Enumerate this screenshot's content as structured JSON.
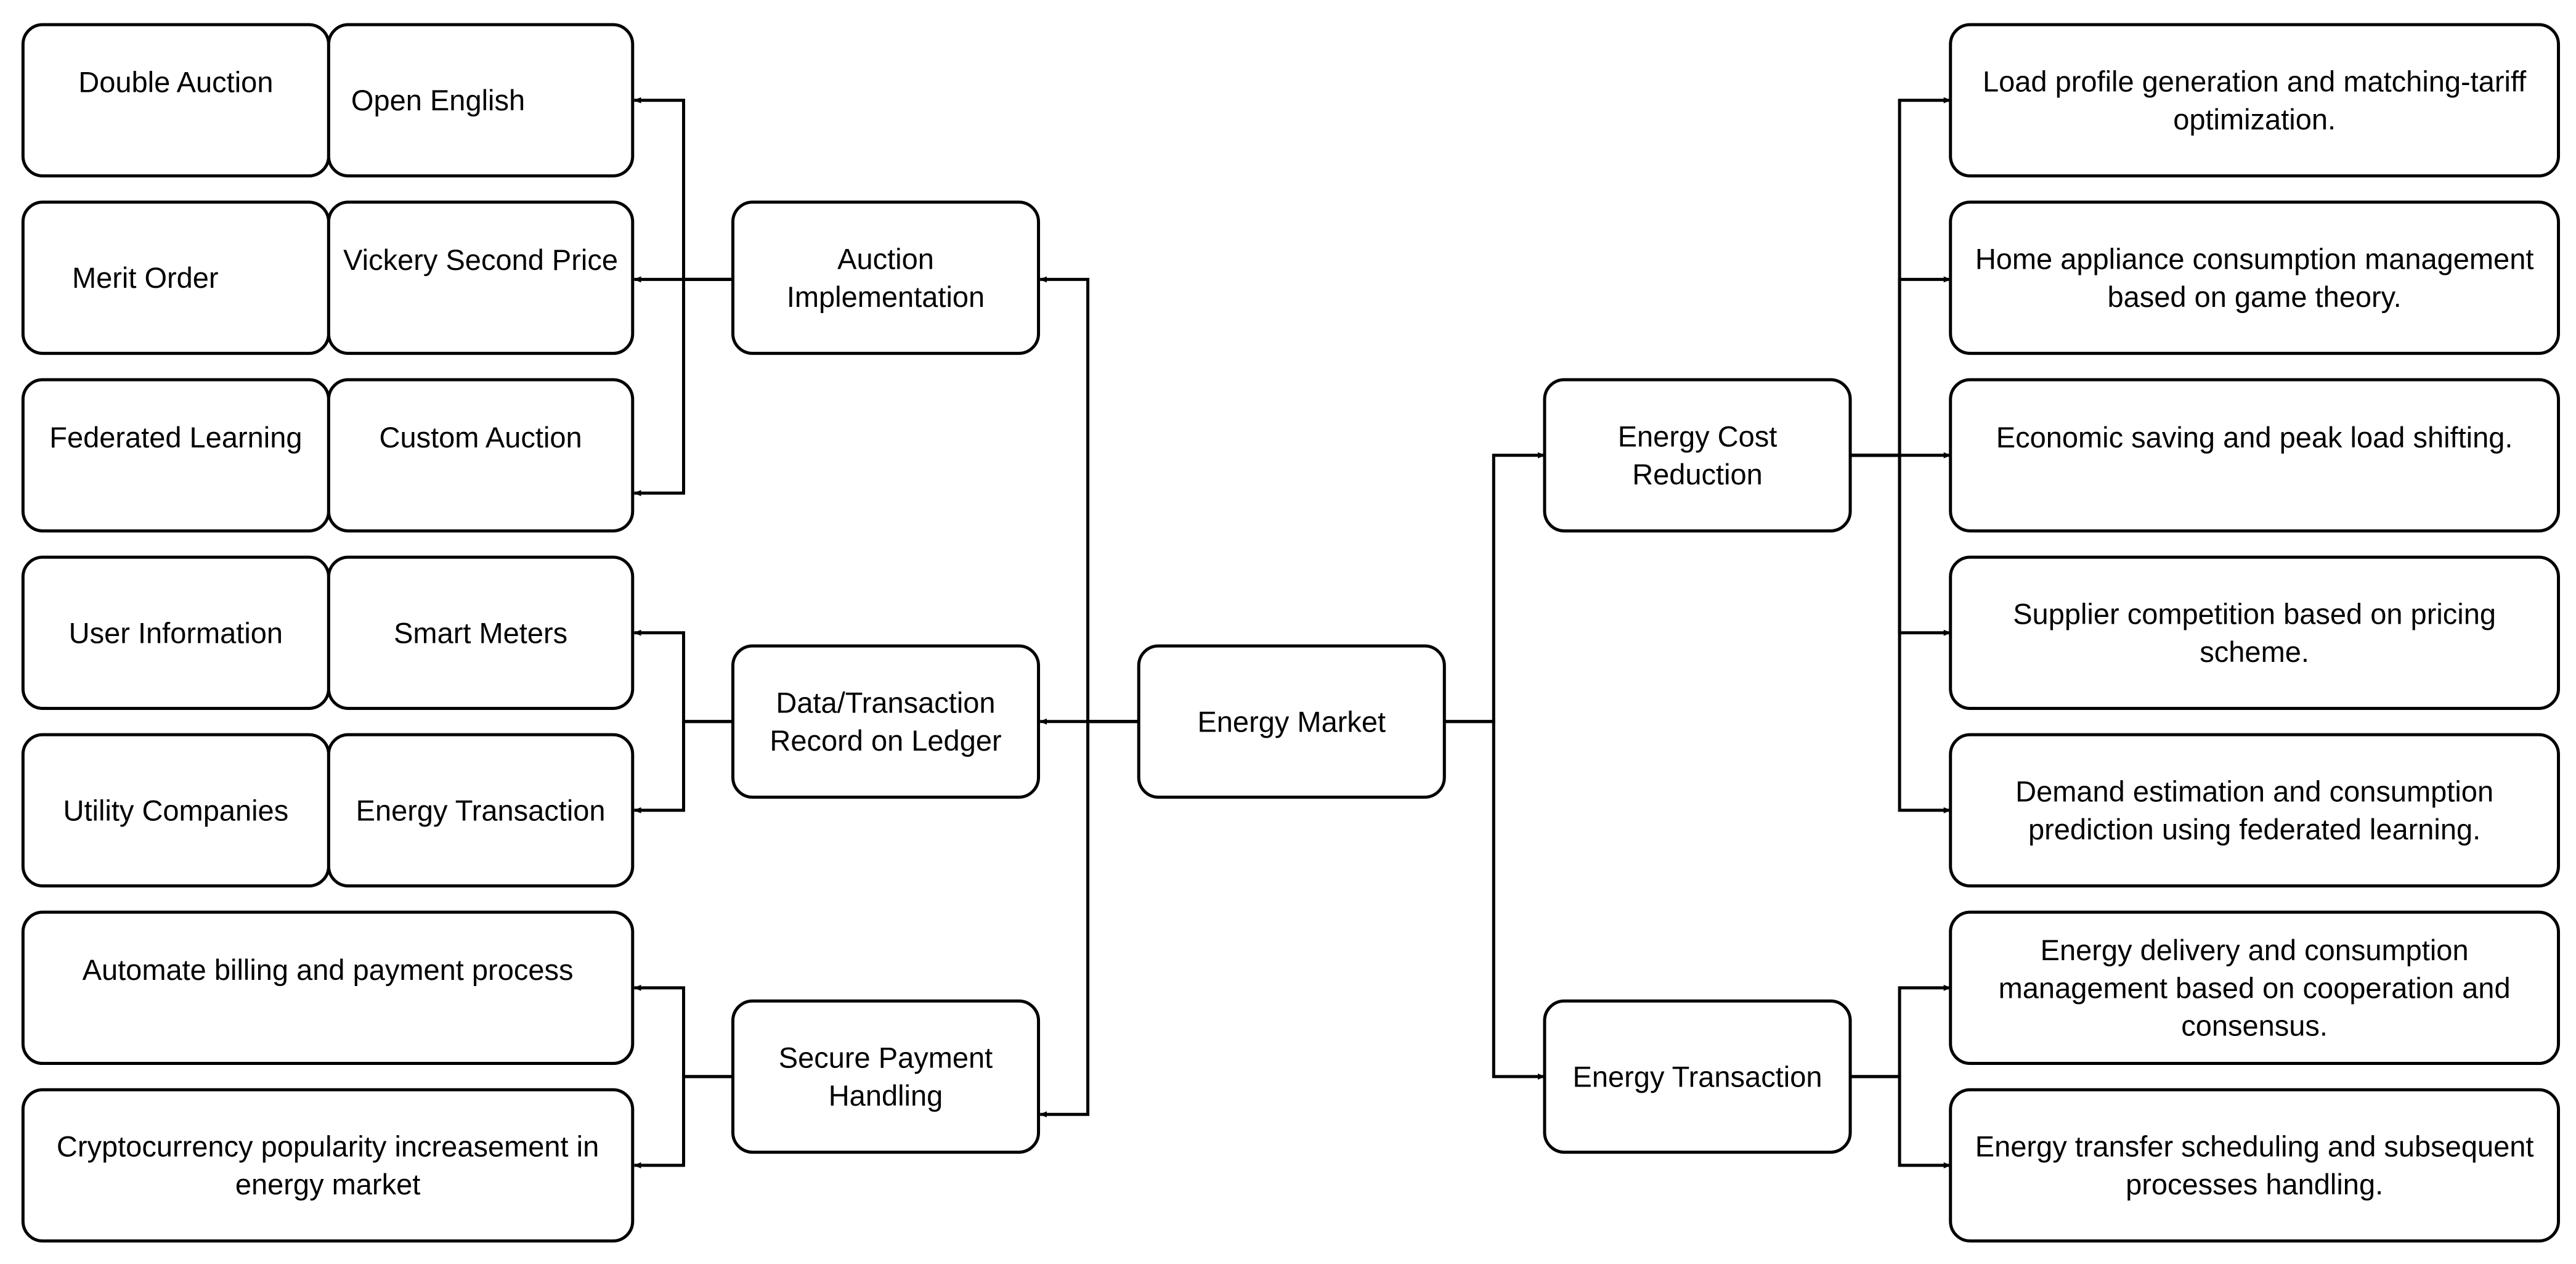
{
  "diagram": {
    "nodes": {
      "double_auction": "Double Auction",
      "open_english": "Open English",
      "merit_order": "Merit Order",
      "vickery_second_price": "Vickery Second Price",
      "federated_learning": "Federated Learning",
      "custom_auction": "Custom Auction",
      "user_information": "User Information",
      "smart_meters": "Smart Meters",
      "utility_companies": "Utility Companies",
      "energy_transaction_left": "Energy Transaction",
      "automate_billing": "Automate billing and payment process",
      "cryptocurrency": [
        "Cryptocurrency popularity increasement in",
        "energy market"
      ],
      "auction_implementation": [
        "Auction",
        "Implementation"
      ],
      "data_transaction_record": [
        "Data/Transaction",
        "Record on Ledger"
      ],
      "secure_payment": [
        "Secure Payment",
        "Handling"
      ],
      "energy_market": "Energy Market",
      "energy_cost_reduction": [
        "Energy Cost",
        "Reduction"
      ],
      "energy_transaction_right": "Energy Transaction",
      "load_profile": [
        "Load profile generation and matching-tariff",
        "optimization."
      ],
      "home_appliance": [
        "Home appliance consumption management",
        "based on game theory."
      ],
      "economic_saving": "Economic saving and peak load shifting.",
      "supplier_competition": [
        "Supplier competition based on pricing",
        "scheme."
      ],
      "demand_estimation": [
        "Demand estimation and consumption",
        "prediction using federated learning."
      ],
      "energy_delivery": [
        "Energy delivery and consumption",
        "management based on cooperation and",
        "consensus."
      ],
      "energy_transfer": [
        "Energy transfer scheduling and subsequent",
        "processes handling."
      ]
    },
    "edges": [
      {
        "from": "energy_market",
        "to": "auction_implementation"
      },
      {
        "from": "energy_market",
        "to": "data_transaction_record"
      },
      {
        "from": "energy_market",
        "to": "secure_payment"
      },
      {
        "from": "energy_market",
        "to": "energy_cost_reduction"
      },
      {
        "from": "energy_market",
        "to": "energy_transaction_right"
      },
      {
        "from": "auction_implementation",
        "to": "open_english"
      },
      {
        "from": "auction_implementation",
        "to": "vickery_second_price"
      },
      {
        "from": "auction_implementation",
        "to": "custom_auction"
      },
      {
        "from": "data_transaction_record",
        "to": "smart_meters"
      },
      {
        "from": "data_transaction_record",
        "to": "energy_transaction_left"
      },
      {
        "from": "secure_payment",
        "to": "automate_billing"
      },
      {
        "from": "secure_payment",
        "to": "cryptocurrency"
      },
      {
        "from": "energy_cost_reduction",
        "to": "load_profile"
      },
      {
        "from": "energy_cost_reduction",
        "to": "home_appliance"
      },
      {
        "from": "energy_cost_reduction",
        "to": "economic_saving"
      },
      {
        "from": "energy_cost_reduction",
        "to": "supplier_competition"
      },
      {
        "from": "energy_cost_reduction",
        "to": "demand_estimation"
      },
      {
        "from": "energy_transaction_right",
        "to": "energy_delivery"
      },
      {
        "from": "energy_transaction_right",
        "to": "energy_transfer"
      }
    ]
  }
}
